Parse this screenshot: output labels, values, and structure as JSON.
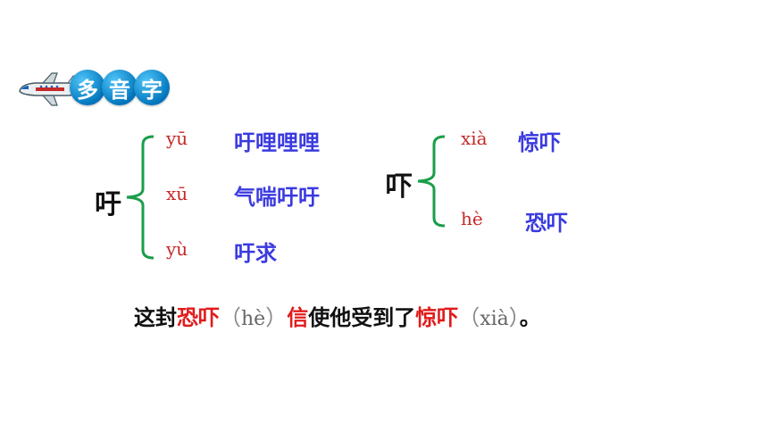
{
  "badge": {
    "chars": [
      "多",
      "音",
      "字"
    ]
  },
  "left_group": {
    "char": "吁",
    "readings": [
      {
        "pinyin": "yū",
        "word": "吁哩哩哩"
      },
      {
        "pinyin": "xū",
        "word": "气喘吁吁"
      },
      {
        "pinyin": "yù",
        "word": "吁求"
      }
    ]
  },
  "right_group": {
    "char": "吓",
    "readings": [
      {
        "pinyin": "xià",
        "word": "惊吓"
      },
      {
        "pinyin": "hè",
        "word": "恐吓"
      }
    ]
  },
  "sentence": {
    "part1": "这封",
    "red1": "恐吓",
    "paren1_open": "（",
    "pinyin1": "hè",
    "paren1_close": "）",
    "red2": "信",
    "part2": "使他受到了",
    "red3": "惊吓",
    "paren2_open": "（",
    "pinyin2": "xià",
    "paren2_close": "）",
    "end": "。"
  },
  "colors": {
    "bracket": "#1a9e4a",
    "word": "#3a3ae0",
    "pinyin": "#c62828",
    "highlight": "#e01b1b"
  }
}
